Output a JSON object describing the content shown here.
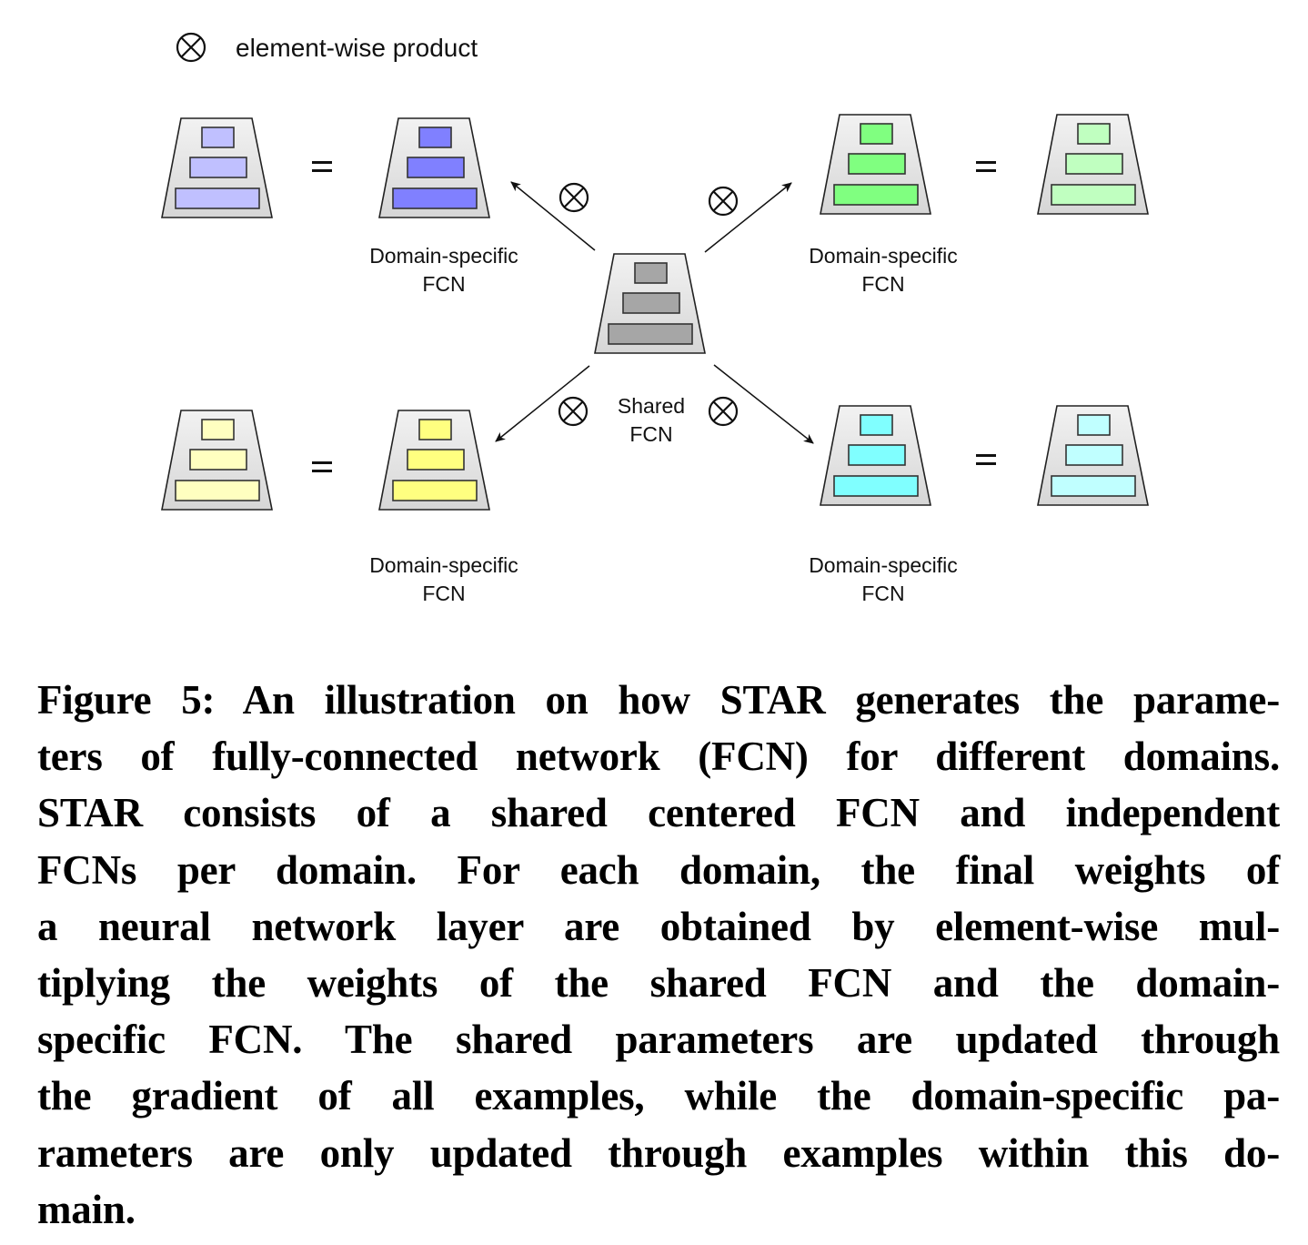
{
  "legend": {
    "symbol": "circled-times",
    "label": "element-wise product"
  },
  "nodes": {
    "shared": {
      "label_line1": "Shared",
      "label_line2": "FCN",
      "layer_color": "#a6a6a6"
    },
    "domains": [
      {
        "id": "top-left",
        "label_line1": "Domain-specific",
        "label_line2": "FCN",
        "specific_color": "#8080ff",
        "result_color": "#c0c0ff"
      },
      {
        "id": "top-right",
        "label_line1": "Domain-specific",
        "label_line2": "FCN",
        "specific_color": "#80ff80",
        "result_color": "#c0ffc0"
      },
      {
        "id": "bottom-left",
        "label_line1": "Domain-specific",
        "label_line2": "FCN",
        "specific_color": "#ffff80",
        "result_color": "#ffffc0"
      },
      {
        "id": "bottom-right",
        "label_line1": "Domain-specific",
        "label_line2": "FCN",
        "specific_color": "#80ffff",
        "result_color": "#c0ffff"
      }
    ],
    "equals_symbol": "="
  },
  "caption": {
    "lines": [
      "Figure 5: An illustration on how STAR generates the parame-",
      "ters of fully-connected network (FCN) for different domains.",
      "STAR consists of a shared centered FCN and independent",
      "FCNs per domain. For each domain, the final weights of",
      "a neural network layer are obtained by element-wise mul-",
      "tiplying the weights of the shared FCN and the domain-",
      "specific FCN. The shared parameters are updated through",
      "the gradient of all examples, while the domain-specific pa-",
      "rameters are only updated through examples within this do-",
      "main."
    ]
  }
}
